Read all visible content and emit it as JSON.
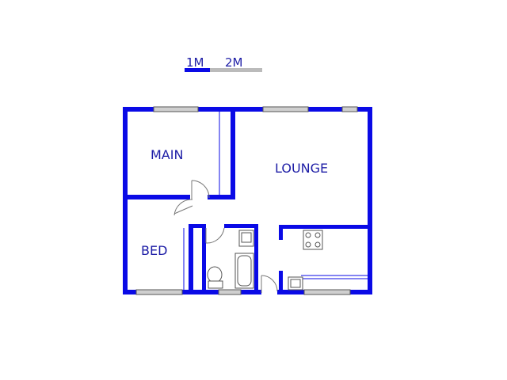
{
  "scale_bar": {
    "label_1": "1M",
    "label_2": "2M",
    "color_filled": "#0a0ae6",
    "color_empty": "#bbbbbb"
  },
  "rooms": {
    "main": "MAIN",
    "lounge": "LOUNGE",
    "bed": "BED"
  },
  "colors": {
    "wall": "#0a0ae6",
    "label": "#1d1da6",
    "window": "#cfcfcf",
    "fixture": "#555555"
  }
}
